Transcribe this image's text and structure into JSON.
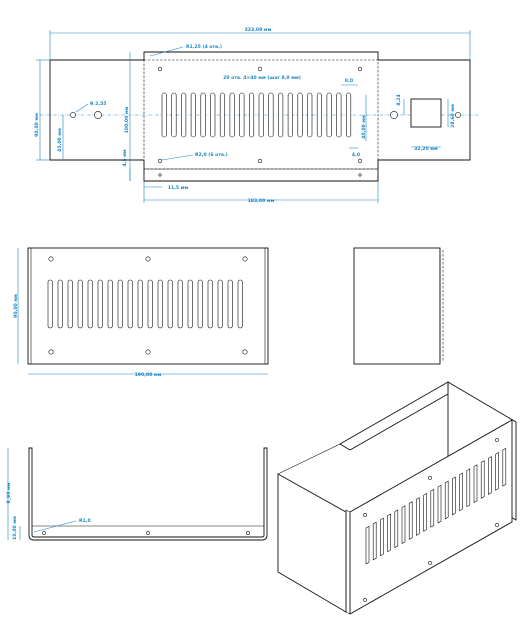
{
  "flat_pattern": {
    "overall_width": "333,08 мм",
    "radius_corner": "R1,25 (4 отв.)",
    "slots_note": "20 отв. 4×40 мм (шаг 8,0 мм)",
    "height_total": "90,00 мм",
    "height_panel": "100,00 мм",
    "hole_offset": "45,00 мм",
    "hole_radius": "R 2,55",
    "radius_holes": "R2,0 (6 отв.)",
    "slot_pitch": "8,0",
    "slot_height": "40,00 мм",
    "slot_width": "4,0",
    "cut_height_small": "8,24",
    "cut_height": "28,60 мм",
    "cut_width": "32,20 мм",
    "edge_offset": "4,5 мм",
    "slot_start": "11,5 мм",
    "panel_width": "183,00 мм"
  },
  "front_view": {
    "height": "90,00 мм",
    "width": "190,00 мм"
  },
  "side_section": {
    "height_outer": "8_90 мм",
    "height_inner": "10,00 мм",
    "radius": "R1,0"
  }
}
